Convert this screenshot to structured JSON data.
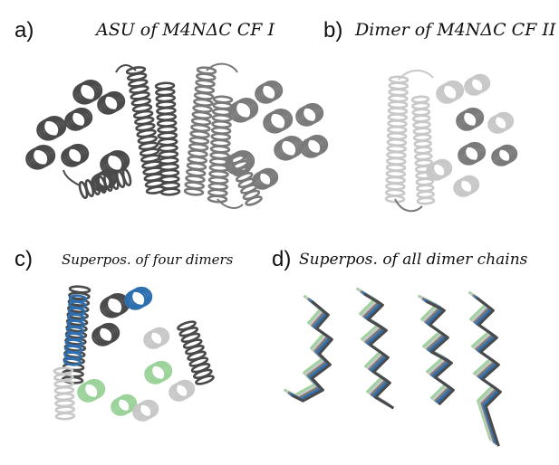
{
  "panels": [
    {
      "letter": "a)",
      "caption": "ASU of M4NΔC CF I"
    },
    {
      "letter": "b)",
      "caption": "Dimer of M4NΔC CF II"
    },
    {
      "letter": "c)",
      "caption": "Superpos. of four dimers"
    },
    {
      "letter": "d)",
      "caption": "Superpos. of all dimer chains"
    }
  ],
  "colors": {
    "dark_gray": "#4a4a4a",
    "mid_gray": "#7a7a7a",
    "light_gray": "#c8c8c8",
    "blue": "#2e6fb0",
    "green": "#9bd39b"
  }
}
